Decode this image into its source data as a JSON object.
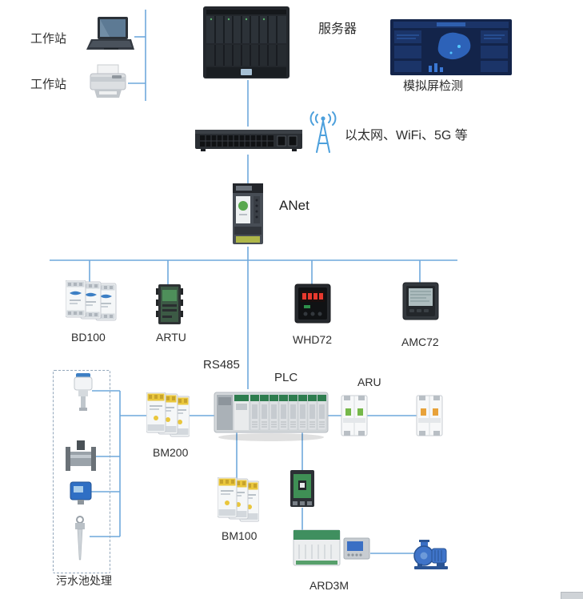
{
  "diagram": {
    "top": {
      "workstation1_label": "工作站",
      "workstation2_label": "工作站",
      "server_label": "服务器",
      "sim_screen_label": "模拟屏检测",
      "network_label": "以太网、WiFi、5G 等",
      "anet_label": "ANet"
    },
    "bus_devices": [
      {
        "id": "bd100",
        "label": "BD100"
      },
      {
        "id": "artu",
        "label": "ARTU"
      },
      {
        "id": "whd72",
        "label": "WHD72"
      },
      {
        "id": "amc72",
        "label": "AMC72"
      }
    ],
    "field": {
      "rs485_label": "RS485",
      "plc_label": "PLC",
      "aru_label": "ARU",
      "bm200_label": "BM200",
      "bm100_label": "BM100",
      "ard3m_label": "ARD3M",
      "sewage_label": "污水池处理"
    },
    "colors": {
      "connector_line": "#6FA8DC",
      "text": "#2e2e2e"
    }
  }
}
